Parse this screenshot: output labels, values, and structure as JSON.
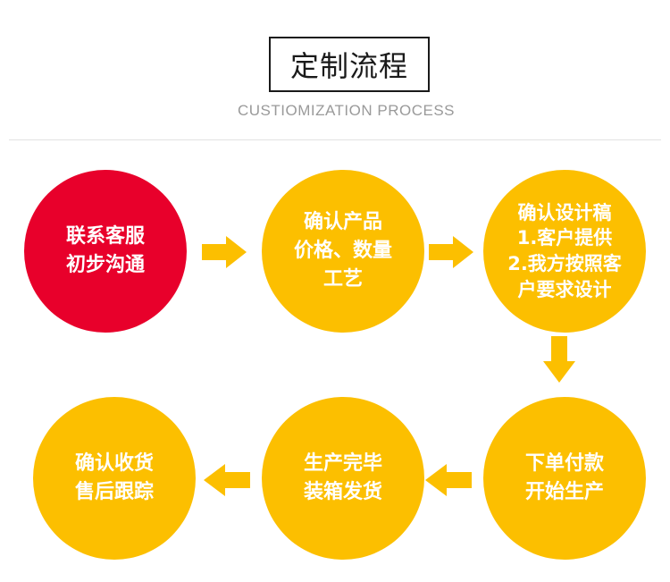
{
  "header": {
    "title": "定制流程",
    "subtitle": "CUSTIOMIZATION PROCESS"
  },
  "steps": [
    {
      "lines": [
        "联系客服",
        "初步沟通"
      ],
      "color": "#e8002b"
    },
    {
      "lines": [
        "确认产品",
        "价格、数量",
        "工艺"
      ],
      "color": "#fcbf00"
    },
    {
      "lines": [
        "确认设计稿",
        "1.客户提供",
        "2.我方按照客",
        "户要求设计"
      ],
      "color": "#fcbf00"
    },
    {
      "lines": [
        "下单付款",
        "开始生产"
      ],
      "color": "#fcbf00"
    },
    {
      "lines": [
        "生产完毕",
        "装箱发货"
      ],
      "color": "#fcbf00"
    },
    {
      "lines": [
        "确认收货",
        "售后跟踪"
      ],
      "color": "#fcbf00"
    }
  ],
  "arrows": [
    {
      "direction": "right",
      "icon": "arrow-right-icon"
    },
    {
      "direction": "right",
      "icon": "arrow-right-icon"
    },
    {
      "direction": "down",
      "icon": "arrow-down-icon"
    },
    {
      "direction": "left",
      "icon": "arrow-left-icon"
    },
    {
      "direction": "left",
      "icon": "arrow-left-icon"
    }
  ],
  "colors": {
    "accent": "#fcbf00",
    "primary": "#e8002b",
    "text": "#1a1a1a",
    "subtitle": "#9a9a9a"
  }
}
